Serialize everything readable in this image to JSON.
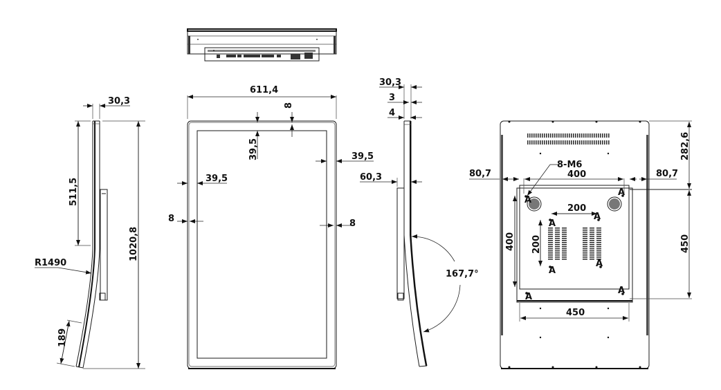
{
  "drawing": {
    "side_view_left": {
      "depth": "30,3",
      "upper_height": "511,5",
      "total_height": "1020,8",
      "radius": "R1490",
      "foot_length": "189"
    },
    "front_view": {
      "width": "611,4",
      "border_top": "8",
      "screen_margin_top": "39,5",
      "screen_margin_right": "39,5",
      "screen_margin_left": "39,5",
      "border_left": "8",
      "border_right": "8"
    },
    "side_view_right": {
      "depth": "30,3",
      "layer_a": "3",
      "layer_b": "4",
      "bracket_depth": "60,3",
      "bend_angle": "167,7°"
    },
    "rear_view": {
      "left_offset": "80,7",
      "right_offset": "80,7",
      "mount_screws": "8-M6",
      "vesa_outer_width": "400",
      "vesa_inner_width": "200",
      "vesa_inner_height": "200",
      "vesa_outer_height": "400",
      "bracket_width": "450",
      "top_offset": "282,6",
      "bracket_height": "450",
      "hole_label": "A"
    }
  }
}
